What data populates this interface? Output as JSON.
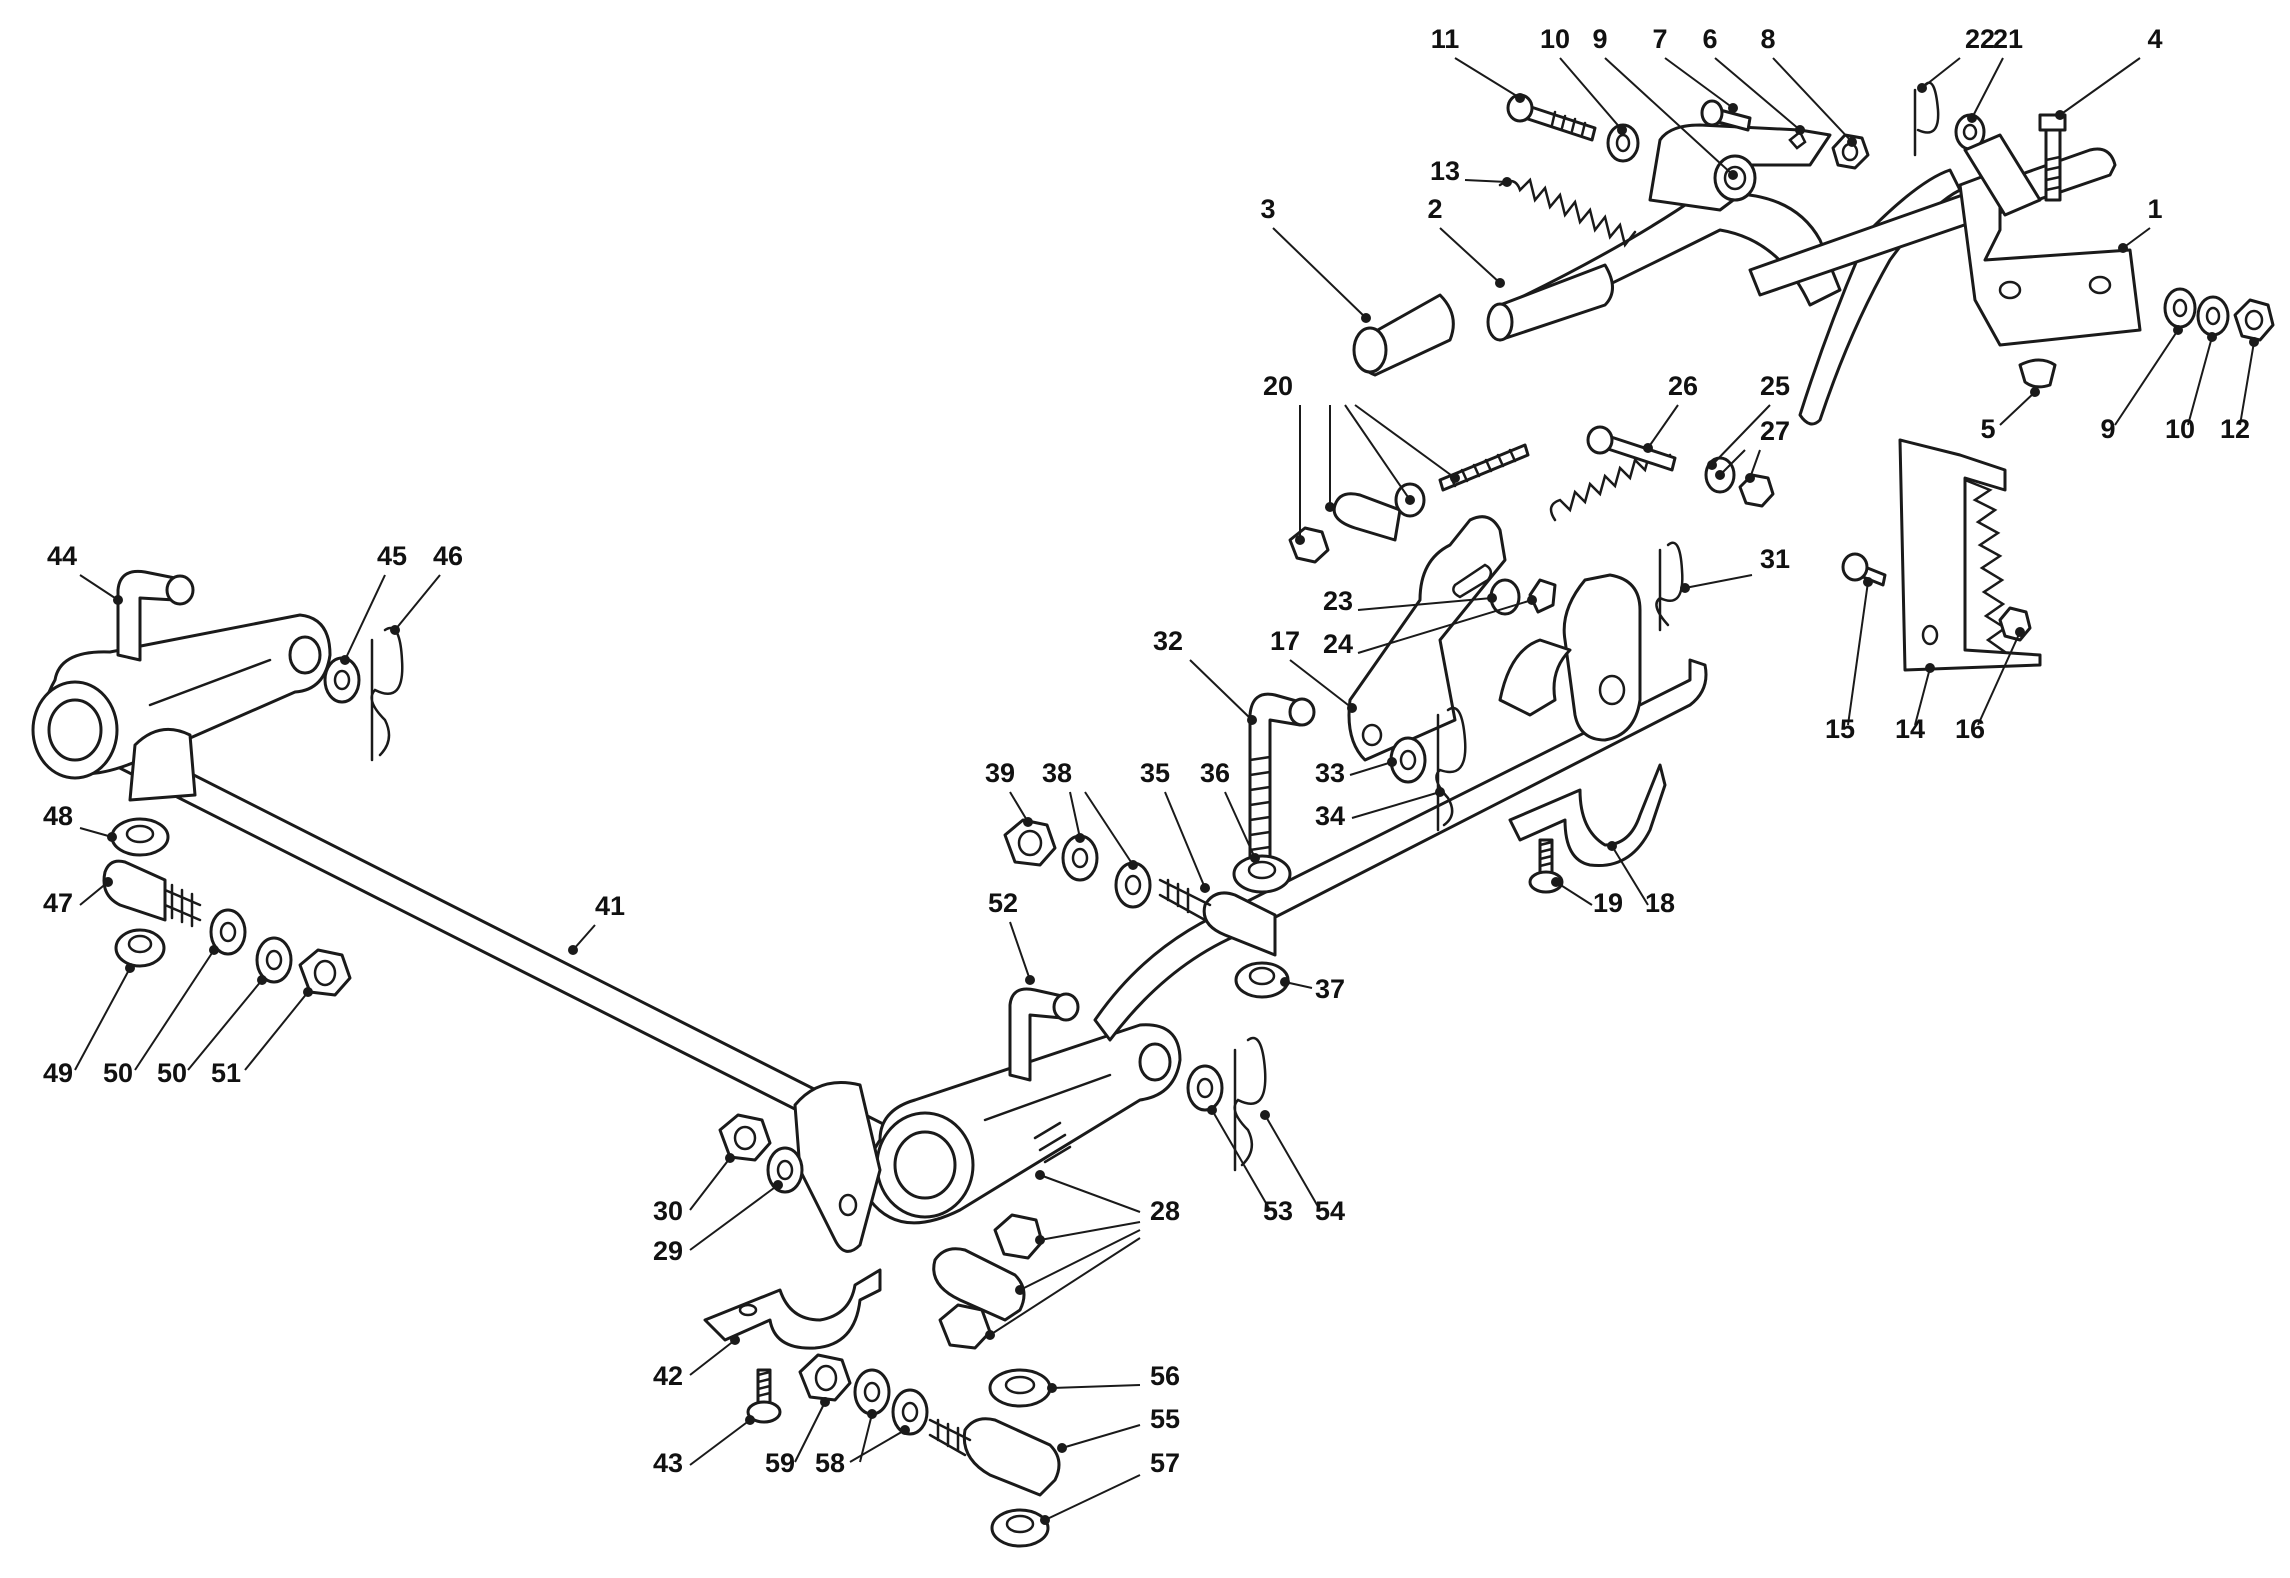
{
  "colors": {
    "ink": "#1a1a1a",
    "background": "#ffffff"
  },
  "callouts": [
    {
      "id": "c1",
      "label": "1"
    },
    {
      "id": "c2",
      "label": "2"
    },
    {
      "id": "c3",
      "label": "3"
    },
    {
      "id": "c4",
      "label": "4"
    },
    {
      "id": "c5",
      "label": "5"
    },
    {
      "id": "c6",
      "label": "6"
    },
    {
      "id": "c7",
      "label": "7"
    },
    {
      "id": "c8",
      "label": "8"
    },
    {
      "id": "c9a",
      "label": "9"
    },
    {
      "id": "c9b",
      "label": "9"
    },
    {
      "id": "c10a",
      "label": "10"
    },
    {
      "id": "c10b",
      "label": "10"
    },
    {
      "id": "c11",
      "label": "11"
    },
    {
      "id": "c12",
      "label": "12"
    },
    {
      "id": "c13",
      "label": "13"
    },
    {
      "id": "c14",
      "label": "14"
    },
    {
      "id": "c15",
      "label": "15"
    },
    {
      "id": "c16",
      "label": "16"
    },
    {
      "id": "c17",
      "label": "17"
    },
    {
      "id": "c18",
      "label": "18"
    },
    {
      "id": "c19",
      "label": "19"
    },
    {
      "id": "c20",
      "label": "20"
    },
    {
      "id": "c21",
      "label": "21"
    },
    {
      "id": "c22",
      "label": "22"
    },
    {
      "id": "c23",
      "label": "23"
    },
    {
      "id": "c24",
      "label": "24"
    },
    {
      "id": "c25",
      "label": "25"
    },
    {
      "id": "c26",
      "label": "26"
    },
    {
      "id": "c27",
      "label": "27"
    },
    {
      "id": "c28",
      "label": "28"
    },
    {
      "id": "c29",
      "label": "29"
    },
    {
      "id": "c30",
      "label": "30"
    },
    {
      "id": "c31",
      "label": "31"
    },
    {
      "id": "c32",
      "label": "32"
    },
    {
      "id": "c33",
      "label": "33"
    },
    {
      "id": "c34",
      "label": "34"
    },
    {
      "id": "c35",
      "label": "35"
    },
    {
      "id": "c36",
      "label": "36"
    },
    {
      "id": "c37",
      "label": "37"
    },
    {
      "id": "c38",
      "label": "38"
    },
    {
      "id": "c39",
      "label": "39"
    },
    {
      "id": "c41",
      "label": "41"
    },
    {
      "id": "c42",
      "label": "42"
    },
    {
      "id": "c43",
      "label": "43"
    },
    {
      "id": "c44",
      "label": "44"
    },
    {
      "id": "c45",
      "label": "45"
    },
    {
      "id": "c46",
      "label": "46"
    },
    {
      "id": "c47",
      "label": "47"
    },
    {
      "id": "c48",
      "label": "48"
    },
    {
      "id": "c49",
      "label": "49"
    },
    {
      "id": "c50a",
      "label": "50"
    },
    {
      "id": "c50b",
      "label": "50"
    },
    {
      "id": "c51",
      "label": "51"
    },
    {
      "id": "c52",
      "label": "52"
    },
    {
      "id": "c53",
      "label": "53"
    },
    {
      "id": "c54",
      "label": "54"
    },
    {
      "id": "c55",
      "label": "55"
    },
    {
      "id": "c56",
      "label": "56"
    },
    {
      "id": "c57",
      "label": "57"
    },
    {
      "id": "c58",
      "label": "58"
    },
    {
      "id": "c59",
      "label": "59"
    }
  ]
}
